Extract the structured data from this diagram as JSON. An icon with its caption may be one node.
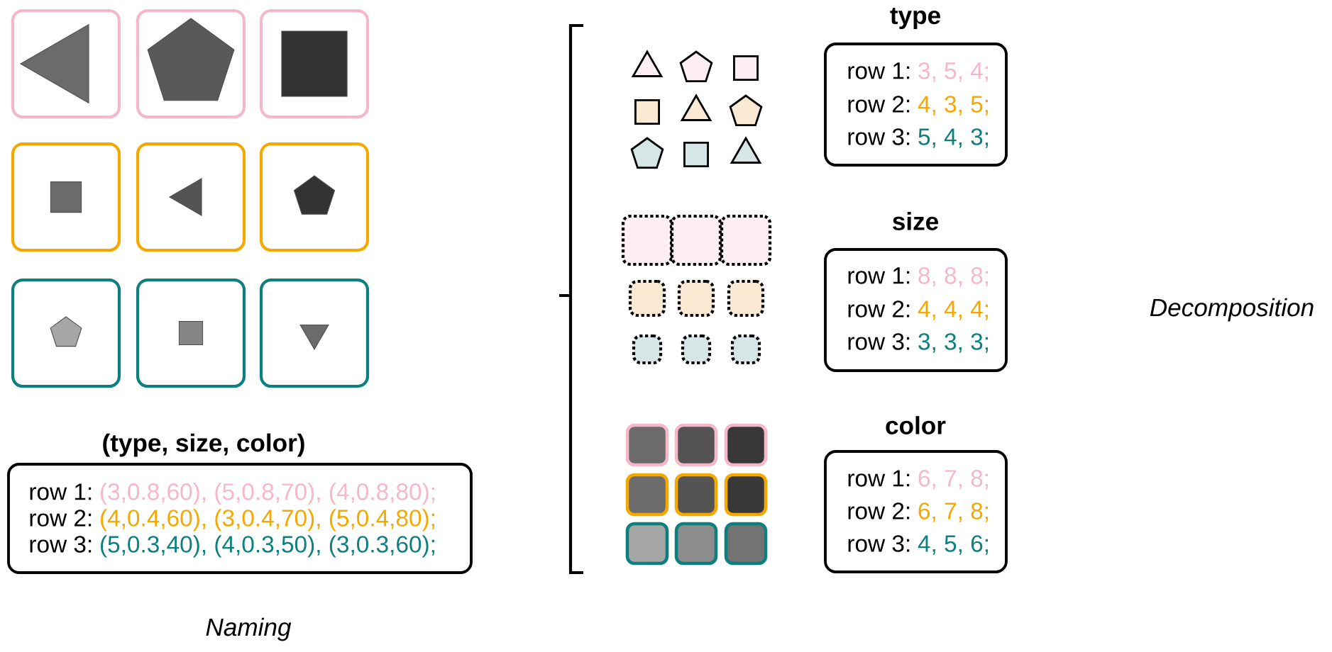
{
  "diagram": {
    "nodes": [
      {
        "text": [],
        "shape": "box"
      },
      {
        "text": [],
        "shape": "box"
      },
      {
        "text": [],
        "shape": "box"
      },
      {
        "text": [],
        "shape": "box"
      },
      {
        "text": [],
        "shape": "box"
      },
      {
        "text": [],
        "shape": "box"
      },
      {
        "text": [],
        "shape": "box"
      },
      {
        "text": [],
        "shape": "box"
      },
      {
        "text": [],
        "shape": "box"
      },
      {
        "text": [
          "(type, size, color)",
          "row 1:",
          "(3,0.8,60), (5,0.8,70), (4,0.8,80);",
          "row 2:",
          "(4,0.4,60), (3,0.4,70), (5,0.4,80);",
          "row 3:",
          "(5,0.3,40), (4,0.3,50), (3,0.3,60);"
        ]
      },
      {
        "text": [
          "type",
          "row 1:",
          "3, 5, 4;",
          "row 2:",
          "4, 3, 5;",
          "row 3:",
          "5, 4, 3;"
        ]
      },
      {
        "text": [
          "size",
          "row 1:",
          "8, 8, 8;",
          "row 2:",
          "4, 4, 4;",
          "row 3:",
          "3, 3, 3;"
        ]
      },
      {
        "text": [
          "color",
          "row 1:",
          "6, 7, 8;",
          "row 2:",
          "6, 7, 8;",
          "row 3:",
          "4, 5, 6;"
        ]
      }
    ],
    "labels": [
      "Naming",
      "Decomposition"
    ]
  }
}
